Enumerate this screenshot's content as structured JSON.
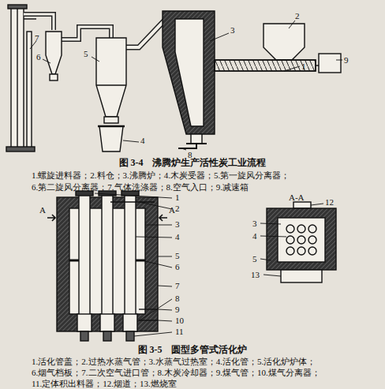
{
  "diagram": {
    "labels": [
      "1",
      "2",
      "3",
      "4",
      "5",
      "6",
      "7",
      "8",
      "9",
      "图 3-4　沸腾炉生产活性炭工业流程",
      "1.螺旋进料器；2.料仓；3.沸腾炉；4.木炭受器；5.第一旋风分离器；",
      "6.第二旋风分离器；7.气体洗涤器；8.空气入口；9.减速箱",
      "A",
      "A",
      "1",
      "2",
      "3",
      "4",
      "5",
      "6",
      "7",
      "8",
      "9",
      "10",
      "11",
      "A-A",
      "12",
      "3",
      "4",
      "5",
      "13",
      "图 3-5　圆型多管式活化炉",
      "1.活化管盖；2.过热水蒸气管；3.水蒸气过热室；4.活化管；5.活化炉炉体；",
      "6.烟气档板；7.二次空气进口管；8.木炭冷却器；9.煤气管；10.煤气分离器；",
      "11.定体积出料器；12.烟道；13.燃烧室"
    ]
  }
}
